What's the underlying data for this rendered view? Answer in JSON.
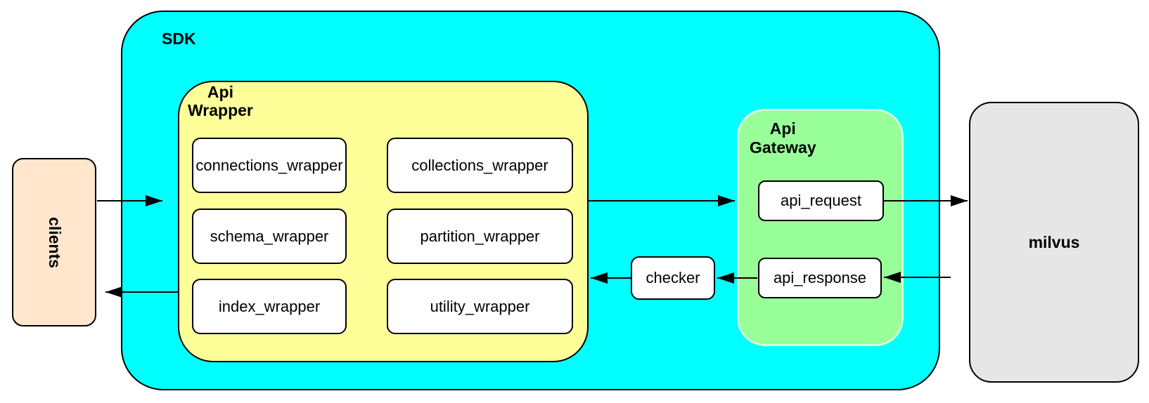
{
  "diagram": {
    "nodes": {
      "clients": "clients",
      "sdk": "SDK",
      "api_wrapper": [
        "Api",
        "Wrapper"
      ],
      "wrappers": [
        "connections_wrapper",
        "collections_wrapper",
        "schema_wrapper",
        "partition_wrapper",
        "index_wrapper",
        "utility_wrapper"
      ],
      "checker": "checker",
      "api_gateway": [
        "Api",
        "Gateway"
      ],
      "api_request": "api_request",
      "api_response": "api_response",
      "milvus": "milvus"
    },
    "edges": [
      {
        "from": "clients",
        "to": "SDK"
      },
      {
        "from": "Api Wrapper",
        "to": "Api Gateway / api_request"
      },
      {
        "from": "api_request",
        "to": "milvus"
      },
      {
        "from": "milvus",
        "to": "api_response"
      },
      {
        "from": "api_response",
        "to": "checker"
      },
      {
        "from": "checker",
        "to": "Api Wrapper"
      },
      {
        "from": "Api Wrapper",
        "to": "clients"
      }
    ],
    "colors": {
      "sdk_fill": "#00ffff",
      "api_wrapper_fill": "#ffff99",
      "api_gateway_fill": "#99ff99",
      "clients_fill": "#ffe6cc",
      "milvus_fill": "#e6e6e6",
      "node_fill": "#ffffff",
      "stroke": "#000000"
    }
  }
}
